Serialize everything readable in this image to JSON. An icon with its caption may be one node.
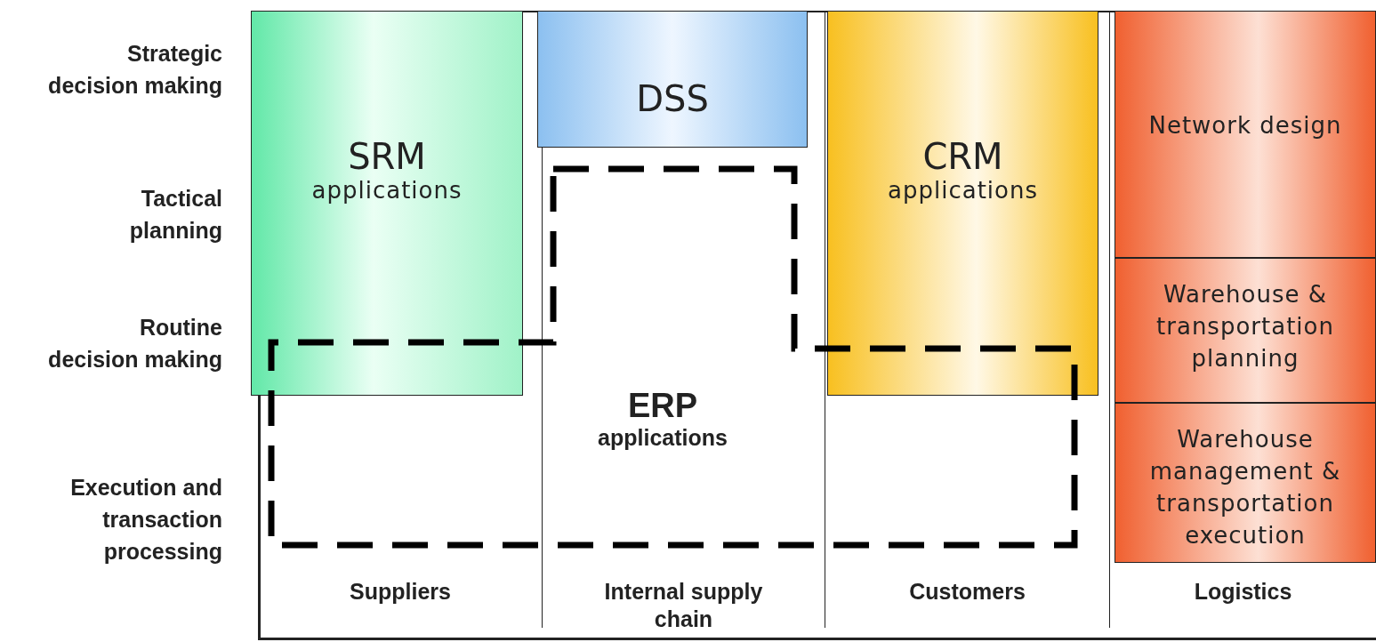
{
  "diagram": {
    "nodes": [
      {
        "text": [
          "SRM",
          "applications"
        ]
      },
      {
        "text": [
          "DSS"
        ]
      },
      {
        "text": [
          "CRM",
          "applications"
        ]
      },
      {
        "text": [
          "Network design"
        ]
      },
      {
        "text": [
          "Warehouse & transportation planning"
        ]
      },
      {
        "text": [
          "Warehouse management & transportation execution"
        ]
      },
      {
        "text": [
          "ERP",
          "applications"
        ]
      }
    ],
    "labels": [
      "Strategic decision making",
      "Tactical planning",
      "Routine decision making",
      "Execution and transaction processing",
      "Suppliers",
      "Internal supply chain",
      "Customers",
      "Logistics"
    ]
  }
}
